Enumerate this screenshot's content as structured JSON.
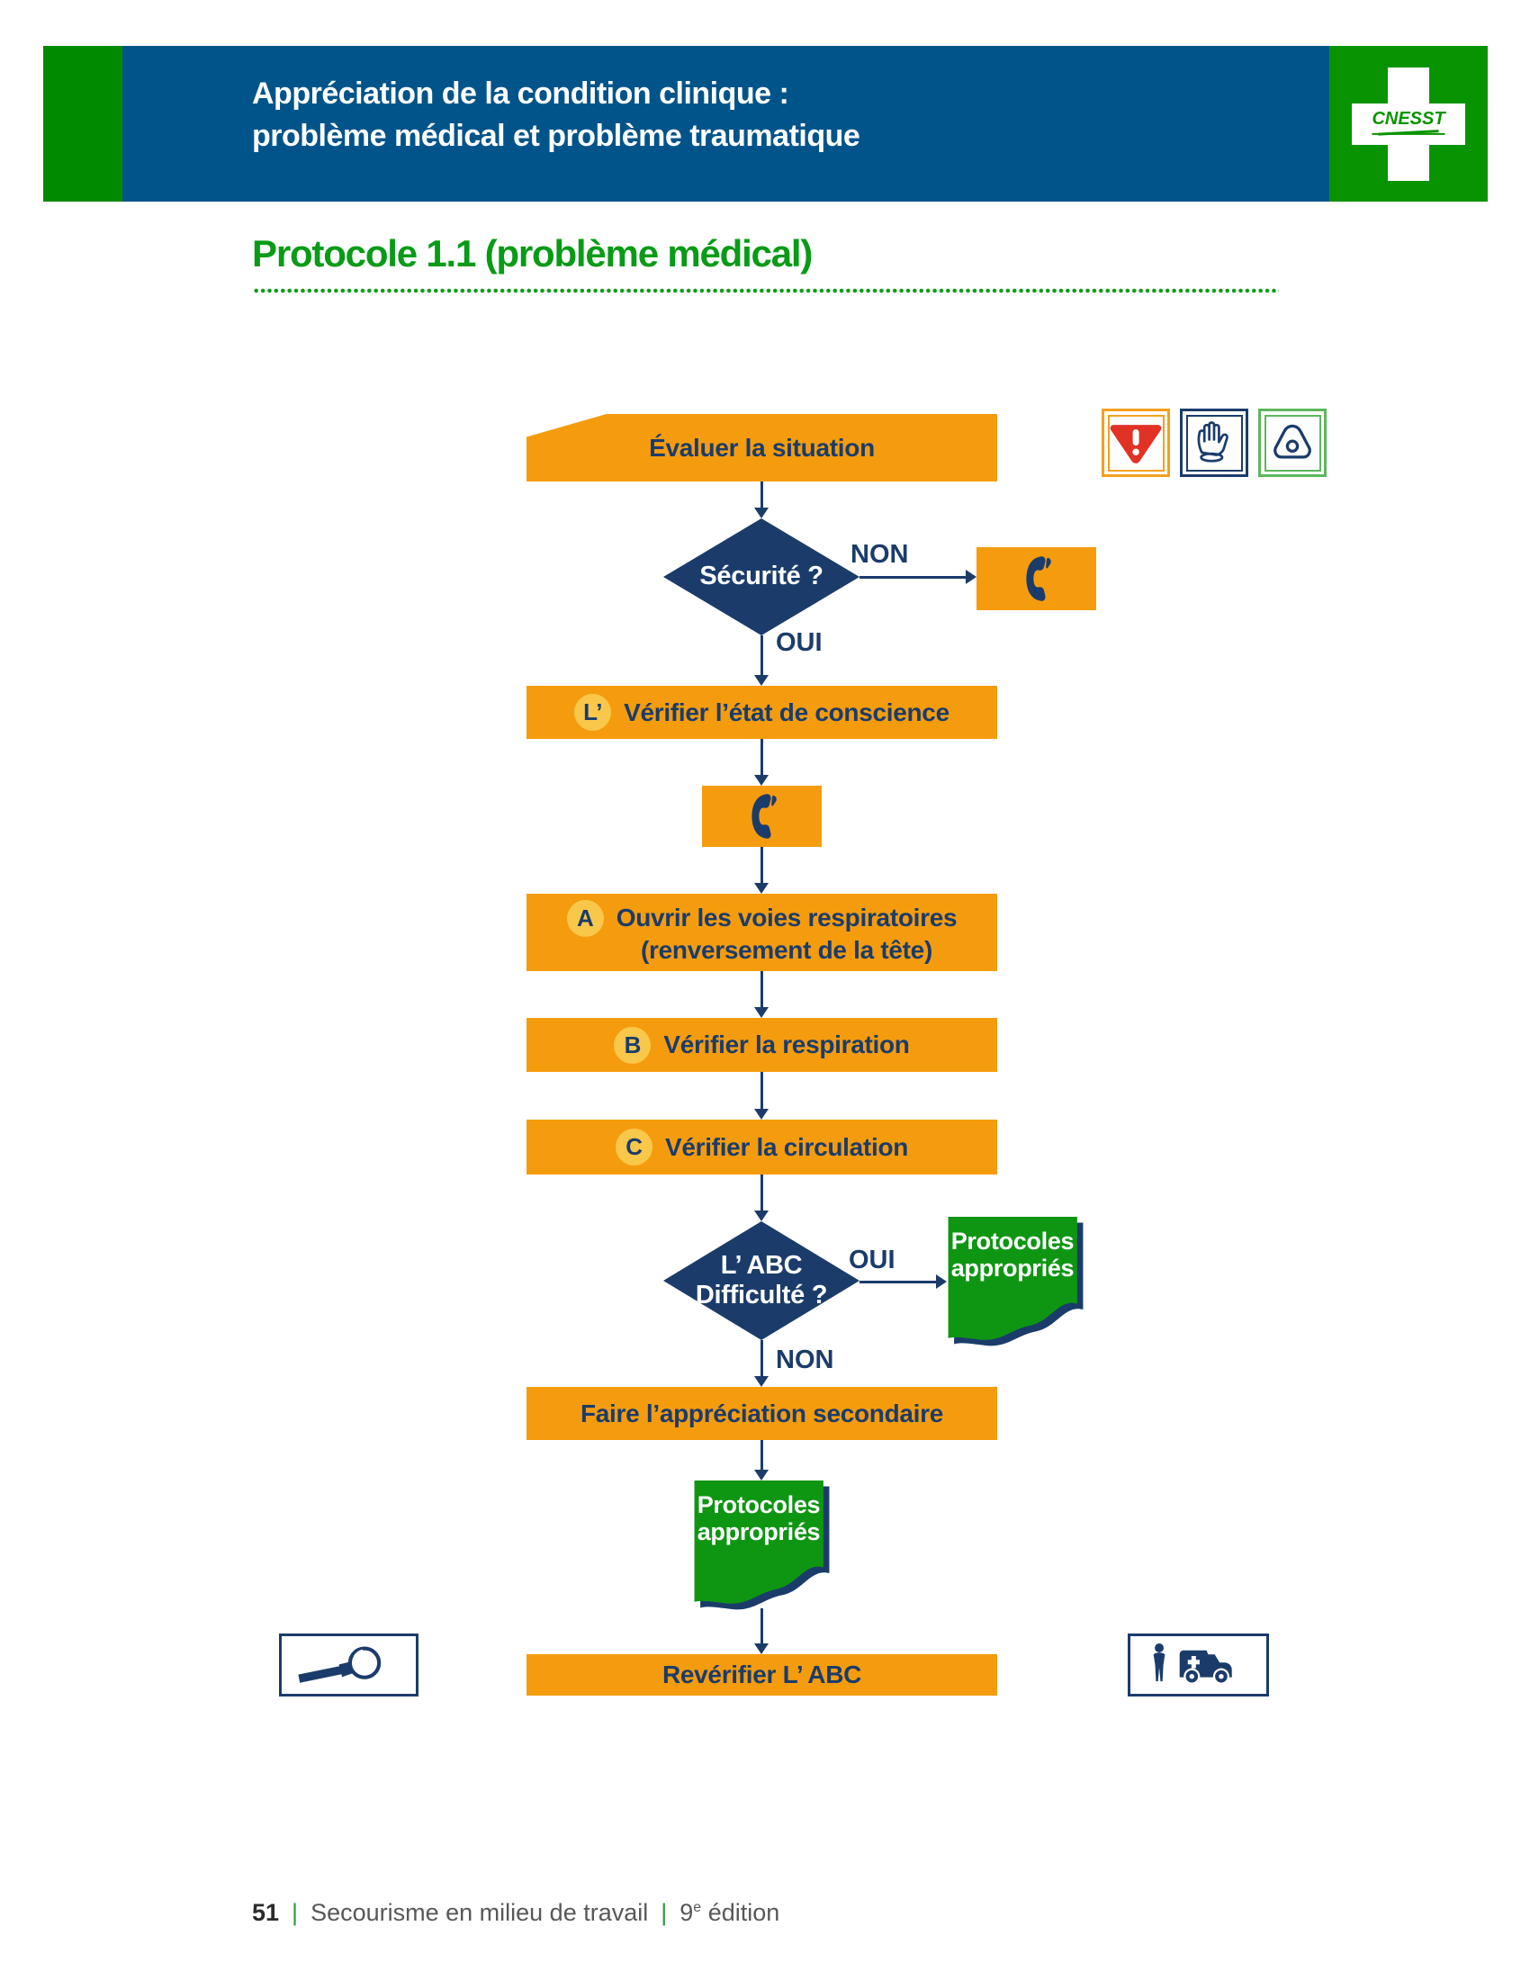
{
  "header": {
    "title_line1": "Appréciation de la condition clinique :",
    "title_line2": "problème médical et problème traumatique",
    "logo_text": "CNESST"
  },
  "section": {
    "title": "Protocole 1.1 (problème médical)"
  },
  "labels": {
    "oui": "OUI",
    "non": "NON"
  },
  "flow": {
    "evaluate": "Évaluer la situation",
    "security_question": "Sécurité ?",
    "conscience_badge": "L’",
    "conscience": "Vérifier l’état de conscience",
    "a_badge": "A",
    "a_line1": "Ouvrir les voies respiratoires",
    "a_line2": "(renversement de la tête)",
    "b_badge": "B",
    "b": "Vérifier la respiration",
    "c_badge": "C",
    "c": "Vérifier la circulation",
    "abc_line1": "L’ ABC",
    "abc_line2": "Difficulté ?",
    "protocols_line1": "Protocoles",
    "protocols_line2": "appropriés",
    "secondary": "Faire l’appréciation secondaire",
    "recheck": "Revérifier L’ ABC"
  },
  "icons": {
    "danger": "warning-triangle",
    "gloves": "protective-glove",
    "goggles": "protective-goggles",
    "phone": "telephone-handset",
    "magnifier": "magnifying-glass",
    "transport": "person-and-ambulance"
  },
  "colors": {
    "banner_blue": "#01548A",
    "header_green": "#008A00",
    "logo_green": "#089400",
    "title_green": "#089B16",
    "box_orange": "#F59C0E",
    "navy": "#1B3C6B",
    "doc_green": "#0E9612",
    "badge_yellow": "#F9C74A",
    "warning_red": "#E23125",
    "warning_border": "#F5A01F",
    "goggles_border": "#5CB85C",
    "footer_gray": "#58585A"
  },
  "footer": {
    "page_number": "51",
    "separator": "|",
    "book_title": "Secourisme en milieu de travail",
    "edition_number": "9",
    "edition_sup": "e",
    "edition_word": "édition"
  }
}
